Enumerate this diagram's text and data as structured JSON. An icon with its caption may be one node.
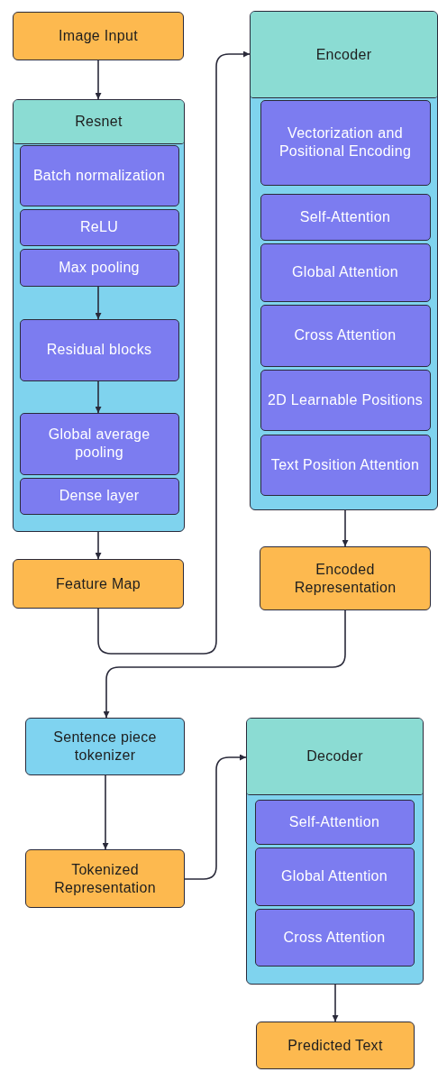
{
  "diagram": {
    "nodes": [
      {
        "text": [
          "Image Input"
        ]
      },
      {
        "text": [
          "Resnet"
        ]
      },
      {
        "text": [
          "Batch normalization"
        ],
        "in": 1
      },
      {
        "text": [
          "ReLU"
        ],
        "in": 1
      },
      {
        "text": [
          "Max pooling"
        ],
        "in": 1
      },
      {
        "text": [
          "Residual blocks"
        ],
        "in": 1
      },
      {
        "text": [
          "Global average pooling"
        ],
        "in": 1
      },
      {
        "text": [
          "Dense layer"
        ],
        "in": 1
      },
      {
        "text": [
          "Feature Map"
        ]
      },
      {
        "text": [
          "Encoder"
        ]
      },
      {
        "text": [
          "Vectorization and Positional Encoding"
        ],
        "in": 9
      },
      {
        "text": [
          "Self-Attention"
        ],
        "in": 9
      },
      {
        "text": [
          "Global Attention"
        ],
        "in": 9
      },
      {
        "text": [
          "Cross Attention"
        ],
        "in": 9
      },
      {
        "text": [
          "2D Learnable Positions"
        ],
        "in": 9
      },
      {
        "text": [
          "Text Position Attention"
        ],
        "in": 9
      },
      {
        "text": [
          "Encoded Representation"
        ]
      },
      {
        "text": [
          "Sentence piece tokenizer"
        ]
      },
      {
        "text": [
          "Tokenized Representation"
        ]
      },
      {
        "text": [
          "Decoder"
        ]
      },
      {
        "text": [
          "Self-Attention"
        ],
        "in": 19
      },
      {
        "text": [
          "Global Attention"
        ],
        "in": 19
      },
      {
        "text": [
          "Cross Attention"
        ],
        "in": 19
      },
      {
        "text": [
          "Predicted Text"
        ]
      }
    ],
    "edges": [
      {
        "from": 0,
        "to": 1,
        "arrow": "to"
      },
      {
        "from": 4,
        "to": 5,
        "arrow": "to"
      },
      {
        "from": 5,
        "to": 6,
        "arrow": "to"
      },
      {
        "from": 1,
        "to": 8,
        "arrow": "to"
      },
      {
        "from": 8,
        "to": 9,
        "arrow": "to"
      },
      {
        "from": 9,
        "to": 16,
        "arrow": "to"
      },
      {
        "from": 16,
        "to": 17,
        "arrow": "to"
      },
      {
        "from": 17,
        "to": 18,
        "arrow": "to"
      },
      {
        "from": 18,
        "to": 19,
        "arrow": "to"
      },
      {
        "from": 19,
        "to": 23,
        "arrow": "to"
      }
    ]
  }
}
